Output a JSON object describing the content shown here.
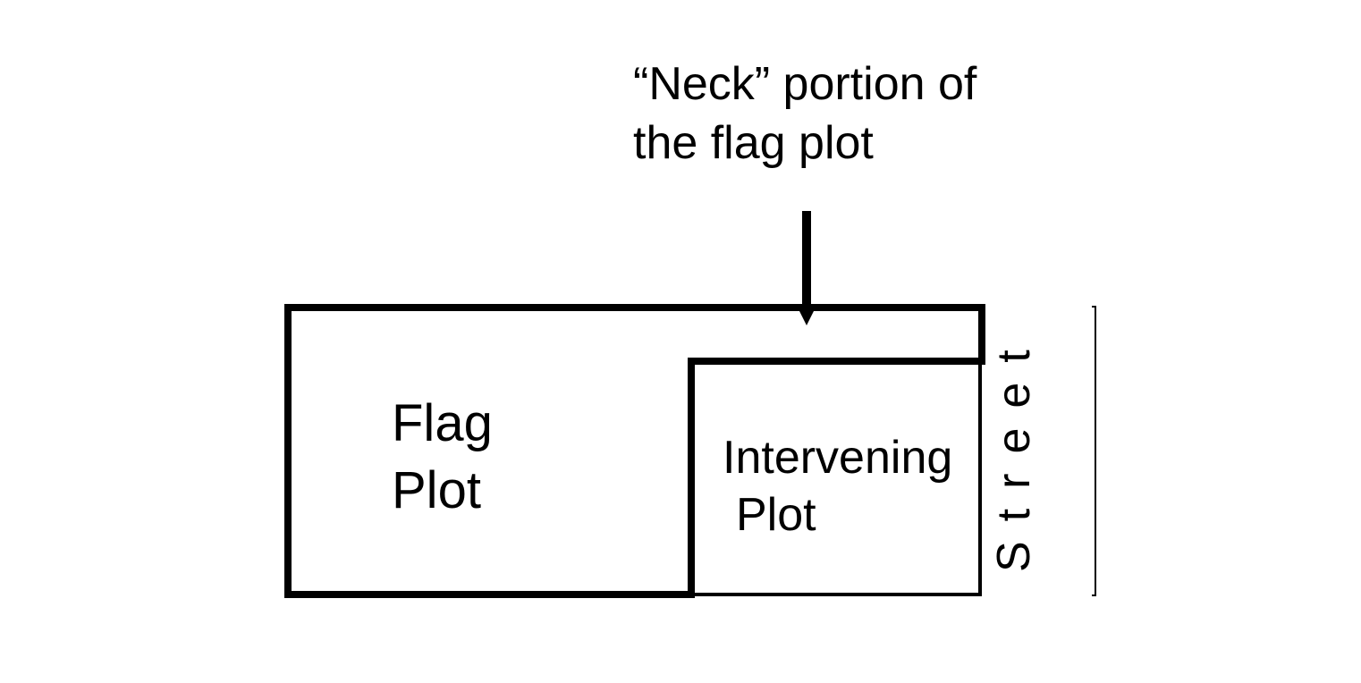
{
  "callout": {
    "line1": "“Neck” portion of",
    "line2": "the flag plot"
  },
  "flag_plot": {
    "line1": "Flag",
    "line2": "Plot"
  },
  "intervening_plot": {
    "line1": "Intervening",
    "line2": "Plot"
  },
  "street": {
    "label": "Street"
  },
  "colors": {
    "stroke": "#000000",
    "background": "#ffffff"
  }
}
